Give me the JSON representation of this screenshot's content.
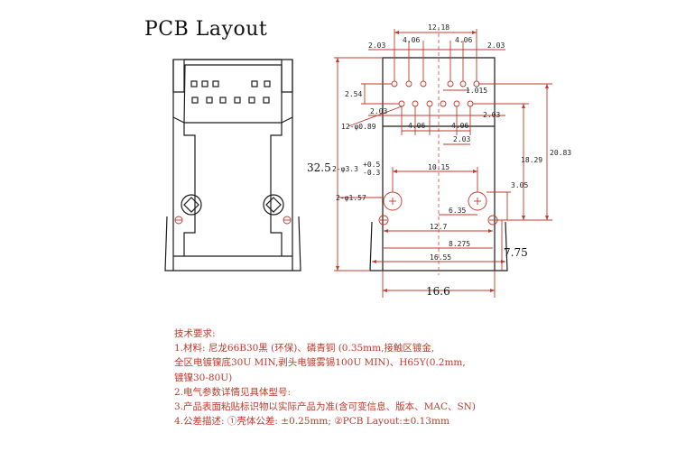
{
  "title": "PCB Layout",
  "dimensions": {
    "top_12_18": "12.18",
    "d_2_03_a": "2.03",
    "d_4_06_a": "4.06",
    "d_4_06_b": "4.06",
    "d_2_03_b": "2.03",
    "d_2_54": "2.54",
    "d_1_015": "1.015",
    "d_2_03_c": "2.03",
    "d_2_03_d": "2.03",
    "d_12_phi": "12-φ0.89",
    "d_4_06_c": "4.06",
    "d_4_06_d": "4.06",
    "d_2_03_e": "2.03",
    "d_32_5": "32.5",
    "d_tol": "2-φ3.3",
    "d_tol_plus": "+0.5",
    "d_tol_minus": "-0.3",
    "d_10_15": "10.15",
    "d_20_83": "20.83",
    "d_18_29": "18.29",
    "d_3_05": "3.05",
    "d_2_phi": "2-φ1.57",
    "d_6_35": "6.35",
    "d_12_7": "12.7",
    "d_8_275": "8.275",
    "d_7_75": "7.75",
    "d_16_55": "16.55",
    "d_16_6": "16.6"
  },
  "notes": {
    "heading": "技术要求:",
    "line1": "1.材料: 尼龙66B30黑 (环保)、磷青铜 (0.35mm,接触区镀金,",
    "line2": "全区电镀镍底30U MIN,剥头电镀雾锡100U MIN)、H65Y(0.2mm,",
    "line3": "镀镍30-80U)",
    "line4": "2.电气参数详情见具体型号:",
    "line5": "3.产品表面粘贴标识物以实际产品为准(含可变信息、版本、MAC、SN)",
    "line6": "4.公差描述: ①壳体公差: ±0.25mm; ②PCB Layout:±0.13mm"
  }
}
